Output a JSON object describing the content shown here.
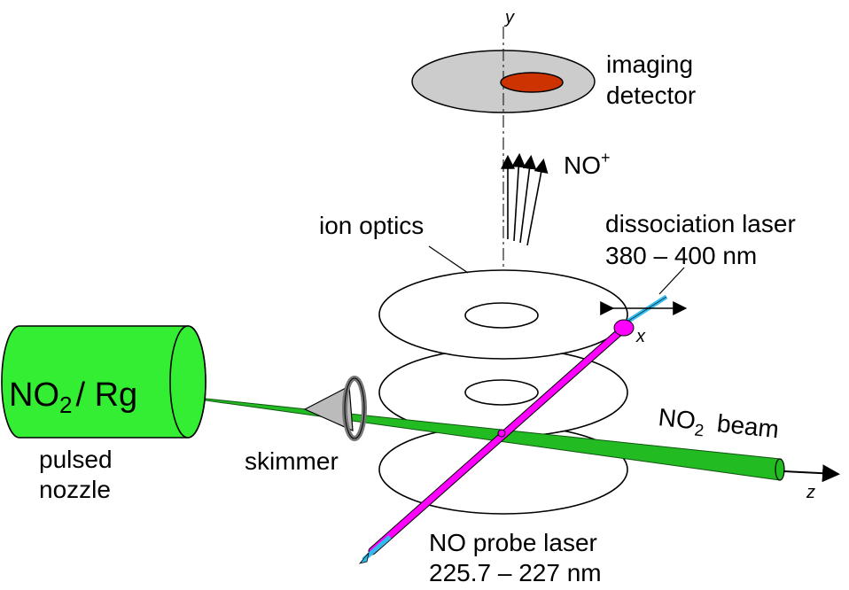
{
  "labels": {
    "axis_y": "y",
    "axis_x": "x",
    "axis_z": "z",
    "imaging_detector_line1": "imaging",
    "imaging_detector_line2": "detector",
    "ion_species": "NO",
    "ion_charge": "+",
    "ion_optics": "ion optics",
    "dissociation_laser_line1": "dissociation laser",
    "dissociation_laser_line2": "380 – 400 nm",
    "nozzle_gas_a": "NO",
    "nozzle_gas_sub": "2",
    "nozzle_gas_b": "/ Rg",
    "pulsed_nozzle_line1": "pulsed",
    "pulsed_nozzle_line2": "nozzle",
    "skimmer": "skimmer",
    "beam_a": "NO",
    "beam_sub": "2",
    "beam_b": "beam",
    "probe_laser_line1": "NO probe laser",
    "probe_laser_line2": "225.7 – 227 nm"
  },
  "colors": {
    "nozzle_green": "#33ee33",
    "beam_green": "#22bb22",
    "probe_magenta": "#ff00ff",
    "laser_cyan": "#33bbee",
    "detector_gray": "#cccccc",
    "detector_spot": "#cc3300",
    "skimmer_gray": "#bbbbbb"
  }
}
